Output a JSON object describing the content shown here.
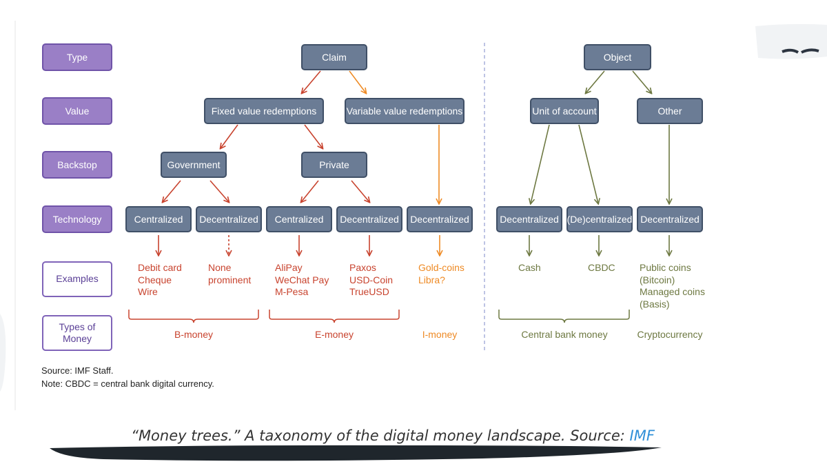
{
  "rows": {
    "type": "Type",
    "value": "Value",
    "backstop": "Backstop",
    "technology": "Technology",
    "examples": "Examples",
    "types_of_money": "Types of\nMoney"
  },
  "nodes": {
    "claim": "Claim",
    "object": "Object",
    "fixed": "Fixed value redemptions",
    "variable": "Variable value redemptions",
    "unit_of_account": "Unit of account",
    "other": "Other",
    "government": "Government",
    "private": "Private",
    "tech": [
      "Centralized",
      "Decentralized",
      "Centralized",
      "Decentralized",
      "Decentralized",
      "Decentralized",
      "(De)centralized",
      "Decentralized"
    ]
  },
  "examples": [
    "Debit card\nCheque\nWire",
    "None\nprominent",
    "AliPay\nWeChat Pay\nM-Pesa",
    "Paxos\nUSD-Coin\nTrueUSD",
    "Gold-coins\nLibra?",
    "Cash",
    "CBDC",
    "Public coins\n(Bitcoin)\nManaged coins\n(Basis)"
  ],
  "money_types": {
    "b_money": "B-money",
    "e_money": "E-money",
    "i_money": "I-money",
    "central_bank_money": "Central bank money",
    "cryptocurrency": "Cryptocurrency"
  },
  "notes": {
    "source": "Source: IMF Staff.",
    "note": "Note: CBDC = central bank digital currency."
  },
  "caption": {
    "text": "“Money trees.” A taxonomy of the digital money landscape. Source: ",
    "link": "IMF"
  },
  "colors": {
    "row_label_fill": "#9a7fc6",
    "node_fill": "#6b7c95",
    "red": "#c8432e",
    "orange": "#ee8a24",
    "olive": "#6d7841",
    "link_blue": "#2f8fd8"
  }
}
